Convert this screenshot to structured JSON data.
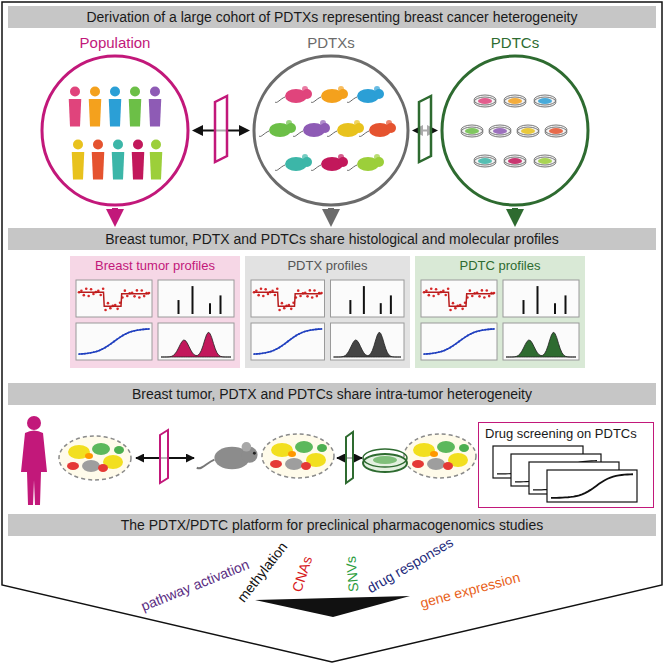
{
  "diagram": {
    "nodes": [
      {
        "text": [
          "Derivation of a large cohort of PDTXs representing breast cancer heterogeneity"
        ]
      },
      {
        "text": [
          "Population"
        ]
      },
      {
        "text": [
          "PDTXs"
        ]
      },
      {
        "text": [
          "PDTCs"
        ]
      },
      {
        "text": [
          "Breast tumor, PDTX and PDTCs share histological and molecular profiles"
        ]
      },
      {
        "text": [
          "Breast tumor profiles"
        ]
      },
      {
        "text": [
          "PDTX profiles"
        ]
      },
      {
        "text": [
          "PDTC profiles"
        ]
      },
      {
        "text": [
          "Breast tumor, PDTX and PDTCs share intra-tumor heterogeneity"
        ]
      },
      {
        "text": [
          "Drug screening on PDTCs"
        ]
      },
      {
        "text": [
          "The PDTX/PDTC platform for preclinical pharmacogenomics studies"
        ]
      }
    ],
    "edges": [
      {
        "from": 1,
        "to": 2,
        "arrow": "both"
      },
      {
        "from": 2,
        "to": 3,
        "arrow": "both"
      },
      {
        "from": 1,
        "to": 4,
        "arrow": "to"
      },
      {
        "from": 2,
        "to": 4,
        "arrow": "to"
      },
      {
        "from": 3,
        "to": 4,
        "arrow": "to"
      }
    ],
    "labels": [
      "pathway activation",
      "methylation",
      "CNAs",
      "SNVs",
      "drug responses",
      "gene expression"
    ]
  }
}
